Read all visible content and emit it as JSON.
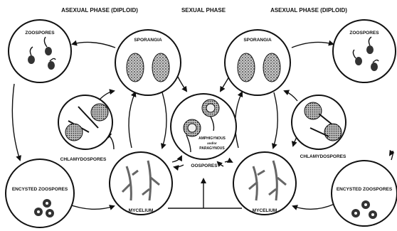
{
  "titles": {
    "left": "ASEXUAL PHASE (DIPLOID)",
    "center": "SEXUAL PHASE",
    "right": "ASEXUAL PHASE (DIPLOID)"
  },
  "labels": {
    "zoospores_left": "ZOOSPORES",
    "zoospores_right": "ZOOSPORES",
    "sporangia_left": "SPORANGIA",
    "sporangia_right": "SPORANGIA",
    "chlamydospores_left": "CHLAMYDOSPORES",
    "chlamydospores_right": "CHLAMYDOSPORES",
    "encysted_left": "ENCYSTED ZOOSPORES",
    "encysted_right": "ENCYSTED ZOOSPORES",
    "mycelium_left": "MYCELIUM",
    "mycelium_right": "MYCELIUM",
    "oospores": "OOSPORES",
    "amphigynous": "AMPHIGYNOUS",
    "and_or": "and/or",
    "paragynous": "PARAGYNOUS"
  }
}
